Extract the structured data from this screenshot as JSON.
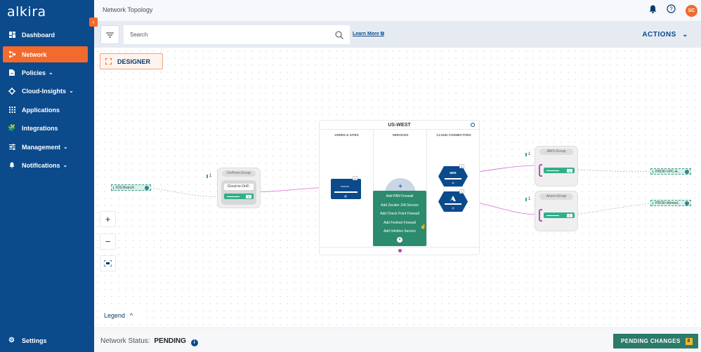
{
  "app": {
    "logo": "alkira"
  },
  "sidebar": {
    "items": [
      {
        "label": "Dashboard",
        "icon": "dashboard-icon",
        "active": false,
        "has_chevron": false
      },
      {
        "label": "Network",
        "icon": "network-icon",
        "active": true,
        "has_chevron": false
      },
      {
        "label": "Policies",
        "icon": "document-icon",
        "active": false,
        "has_chevron": true
      },
      {
        "label": "Cloud-Insights",
        "icon": "insights-icon",
        "active": false,
        "has_chevron": true
      },
      {
        "label": "Applications",
        "icon": "grid-icon",
        "active": false,
        "has_chevron": false
      },
      {
        "label": "Integrations",
        "icon": "puzzle-icon",
        "active": false,
        "has_chevron": false
      },
      {
        "label": "Management",
        "icon": "sliders-icon",
        "active": false,
        "has_chevron": true
      },
      {
        "label": "Notifications",
        "icon": "bell-icon",
        "active": false,
        "has_chevron": true
      }
    ],
    "settings_label": "Settings"
  },
  "header": {
    "title": "Network Topology",
    "avatar_initials": "SC"
  },
  "toolbar": {
    "search_placeholder": "Search",
    "learn_more": "Learn More",
    "actions_label": "ACTIONS"
  },
  "canvas": {
    "designer_label": "DESIGNER",
    "legend_label": "Legend",
    "region": {
      "name": "US-WEST",
      "columns": [
        "USERS & SITES",
        "SERVICES",
        "CLOUD CONNECTORS"
      ]
    },
    "service_menu": [
      "Add PAN Firewall",
      "Add Zscaler ZIA Service",
      "Add Check Point Firewall",
      "Add Fortinet Firewall",
      "Add Infoblox Service"
    ],
    "service_plus": "+",
    "nodes": {
      "branch": "IOS-Branch",
      "onprem_group": "OnPrem-Group",
      "onprem_connector": "Cloud-to-OnP..",
      "onprem_count": "1",
      "aws_group": "AWS-Group",
      "aws_count": "1",
      "azure_group": "Azure-Group",
      "azure_count": "1",
      "vpc1": "PROD-VPC-A..",
      "vpc2": "PROD-Ahmed..",
      "pill_count": "1",
      "connector_badge": "1"
    }
  },
  "bottombar": {
    "status_label": "Network Status:",
    "status_value": "PENDING",
    "pending_label": "PENDING CHANGES",
    "pending_count": "8"
  },
  "colors": {
    "brand_blue": "#0b4a8b",
    "accent_orange": "#f26a2c",
    "service_green": "#2c8a6e",
    "pending_teal": "#2c7a6a"
  }
}
